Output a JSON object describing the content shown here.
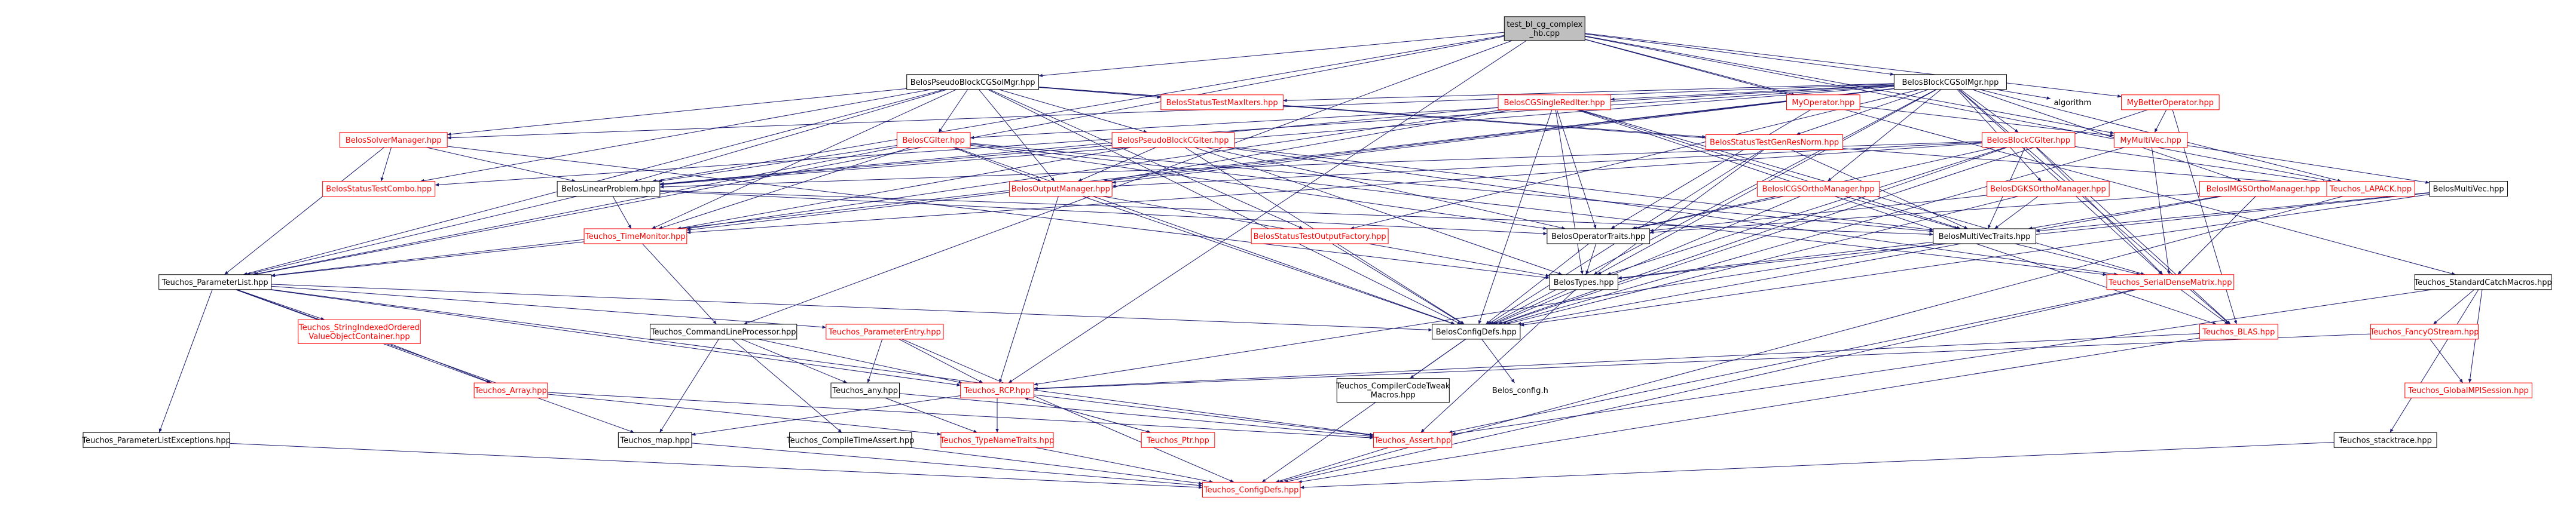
{
  "colors": {
    "edge": "#191970",
    "node_border_red": "#ff0000",
    "node_border_black": "#000000",
    "node_fill": "#ffffff",
    "root_fill": "#bfbfbf",
    "text_black": "#000000",
    "text_red": "#ff0000"
  },
  "graph": {
    "nodes": [
      {
        "id": "root",
        "lines": [
          "test_bl_cg_complex",
          "_hb.cpp"
        ],
        "style": "root"
      },
      {
        "id": "pseudoMgr",
        "lines": [
          "BelosPseudoBlockCGSolMgr.hpp"
        ],
        "style": "black"
      },
      {
        "id": "blockMgr",
        "lines": [
          "BelosBlockCGSolMgr.hpp"
        ],
        "style": "black"
      },
      {
        "id": "myBetterOp",
        "lines": [
          "MyBetterOperator.hpp"
        ],
        "style": "red"
      },
      {
        "id": "myOp",
        "lines": [
          "MyOperator.hpp"
        ],
        "style": "red"
      },
      {
        "id": "myMultiVec",
        "lines": [
          "MyMultiVec.hpp"
        ],
        "style": "red"
      },
      {
        "id": "stdCatch",
        "lines": [
          "Teuchos_StandardCatchMacros.hpp"
        ],
        "style": "black"
      },
      {
        "id": "lapack",
        "lines": [
          "Teuchos_LAPACK.hpp"
        ],
        "style": "red"
      },
      {
        "id": "stMaxIters",
        "lines": [
          "BelosStatusTestMaxIters.hpp"
        ],
        "style": "red"
      },
      {
        "id": "algorithm",
        "lines": [
          "algorithm"
        ],
        "style": "none"
      },
      {
        "id": "cgSingleRed",
        "lines": [
          "BelosCGSingleRedIter.hpp"
        ],
        "style": "red"
      },
      {
        "id": "solveMgr",
        "lines": [
          "BelosSolverManager.hpp"
        ],
        "style": "red"
      },
      {
        "id": "cgIter",
        "lines": [
          "BelosCGIter.hpp"
        ],
        "style": "red"
      },
      {
        "id": "pseudoCGIter",
        "lines": [
          "BelosPseudoBlockCGIter.hpp"
        ],
        "style": "red"
      },
      {
        "id": "stGenResNorm",
        "lines": [
          "BelosStatusTestGenResNorm.hpp"
        ],
        "style": "red"
      },
      {
        "id": "blockCGIter",
        "lines": [
          "BelosBlockCGIter.hpp"
        ],
        "style": "red"
      },
      {
        "id": "stCombo",
        "lines": [
          "BelosStatusTestCombo.hpp"
        ],
        "style": "red"
      },
      {
        "id": "linProb",
        "lines": [
          "BelosLinearProblem.hpp"
        ],
        "style": "black"
      },
      {
        "id": "outMgr",
        "lines": [
          "BelosOutputManager.hpp"
        ],
        "style": "red"
      },
      {
        "id": "icgs",
        "lines": [
          "BelosICGSOrthoManager.hpp"
        ],
        "style": "red"
      },
      {
        "id": "dgks",
        "lines": [
          "BelosDGKSOrthoManager.hpp"
        ],
        "style": "red"
      },
      {
        "id": "imgs",
        "lines": [
          "BelosIMGSOrthoManager.hpp"
        ],
        "style": "red"
      },
      {
        "id": "belosMultiVec",
        "lines": [
          "BelosMultiVec.hpp"
        ],
        "style": "black"
      },
      {
        "id": "timeMon",
        "lines": [
          "Teuchos_TimeMonitor.hpp"
        ],
        "style": "red"
      },
      {
        "id": "stOutFactory",
        "lines": [
          "BelosStatusTestOutputFactory.hpp"
        ],
        "style": "red"
      },
      {
        "id": "opTraits",
        "lines": [
          "BelosOperatorTraits.hpp"
        ],
        "style": "black"
      },
      {
        "id": "mvTraits",
        "lines": [
          "BelosMultiVecTraits.hpp"
        ],
        "style": "black"
      },
      {
        "id": "paramList",
        "lines": [
          "Teuchos_ParameterList.hpp"
        ],
        "style": "black"
      },
      {
        "id": "belosTypes",
        "lines": [
          "BelosTypes.hpp"
        ],
        "style": "black"
      },
      {
        "id": "serialDense",
        "lines": [
          "Teuchos_SerialDenseMatrix.hpp"
        ],
        "style": "red"
      },
      {
        "id": "stringIndexed",
        "lines": [
          "Teuchos_StringIndexedOrdered",
          "ValueObjectContainer.hpp"
        ],
        "style": "red"
      },
      {
        "id": "cmdLine",
        "lines": [
          "Teuchos_CommandLineProcessor.hpp"
        ],
        "style": "black"
      },
      {
        "id": "paramEntry",
        "lines": [
          "Teuchos_ParameterEntry.hpp"
        ],
        "style": "red"
      },
      {
        "id": "belosConfig",
        "lines": [
          "BelosConfigDefs.hpp"
        ],
        "style": "black"
      },
      {
        "id": "blas",
        "lines": [
          "Teuchos_BLAS.hpp"
        ],
        "style": "red"
      },
      {
        "id": "fancyOS",
        "lines": [
          "Teuchos_FancyOStream.hpp"
        ],
        "style": "red"
      },
      {
        "id": "globalMPI",
        "lines": [
          "Teuchos_GlobalMPISession.hpp"
        ],
        "style": "red"
      },
      {
        "id": "array",
        "lines": [
          "Teuchos_Array.hpp"
        ],
        "style": "red"
      },
      {
        "id": "any",
        "lines": [
          "Teuchos_any.hpp"
        ],
        "style": "black"
      },
      {
        "id": "rcp",
        "lines": [
          "Teuchos_RCP.hpp"
        ],
        "style": "red"
      },
      {
        "id": "compilerTweak",
        "lines": [
          "Teuchos_CompilerCodeTweak",
          "Macros.hpp"
        ],
        "style": "black"
      },
      {
        "id": "belosConfigH",
        "lines": [
          "Belos_config.h"
        ],
        "style": "none"
      },
      {
        "id": "plExceptions",
        "lines": [
          "Teuchos_ParameterListExceptions.hpp"
        ],
        "style": "black"
      },
      {
        "id": "map",
        "lines": [
          "Teuchos_map.hpp"
        ],
        "style": "black"
      },
      {
        "id": "compileTimeAssert",
        "lines": [
          "Teuchos_CompileTimeAssert.hpp"
        ],
        "style": "black"
      },
      {
        "id": "typeNameTraits",
        "lines": [
          "Teuchos_TypeNameTraits.hpp"
        ],
        "style": "red"
      },
      {
        "id": "ptr",
        "lines": [
          "Teuchos_Ptr.hpp"
        ],
        "style": "red"
      },
      {
        "id": "assert",
        "lines": [
          "Teuchos_Assert.hpp"
        ],
        "style": "red"
      },
      {
        "id": "stacktrace",
        "lines": [
          "Teuchos_stacktrace.hpp"
        ],
        "style": "black"
      },
      {
        "id": "configDefs",
        "lines": [
          "Teuchos_ConfigDefs.hpp"
        ],
        "style": "red"
      }
    ],
    "edges": [
      [
        "root",
        "pseudoMgr"
      ],
      [
        "root",
        "blockMgr"
      ],
      [
        "root",
        "myBetterOp"
      ],
      [
        "root",
        "myOp"
      ],
      [
        "root",
        "myMultiVec"
      ],
      [
        "root",
        "stdCatch"
      ],
      [
        "root",
        "lapack"
      ],
      [
        "root",
        "paramList"
      ],
      [
        "root",
        "cmdLine"
      ],
      [
        "root",
        "linProb"
      ],
      [
        "root",
        "rcp"
      ],
      [
        "pseudoMgr",
        "stMaxIters"
      ],
      [
        "pseudoMgr",
        "cgIter"
      ],
      [
        "pseudoMgr",
        "pseudoCGIter"
      ],
      [
        "pseudoMgr",
        "solveMgr"
      ],
      [
        "pseudoMgr",
        "stGenResNorm"
      ],
      [
        "pseudoMgr",
        "stCombo"
      ],
      [
        "pseudoMgr",
        "linProb"
      ],
      [
        "pseudoMgr",
        "outMgr"
      ],
      [
        "pseudoMgr",
        "timeMon"
      ],
      [
        "pseudoMgr",
        "stOutFactory"
      ],
      [
        "pseudoMgr",
        "paramList"
      ],
      [
        "pseudoMgr",
        "belosConfig"
      ],
      [
        "pseudoMgr",
        "lapack"
      ],
      [
        "blockMgr",
        "cgSingleRed"
      ],
      [
        "blockMgr",
        "cgIter"
      ],
      [
        "blockMgr",
        "blockCGIter"
      ],
      [
        "blockMgr",
        "stMaxIters"
      ],
      [
        "blockMgr",
        "algorithm"
      ],
      [
        "blockMgr",
        "solveMgr"
      ],
      [
        "blockMgr",
        "stGenResNorm"
      ],
      [
        "blockMgr",
        "stCombo"
      ],
      [
        "blockMgr",
        "linProb"
      ],
      [
        "blockMgr",
        "outMgr"
      ],
      [
        "blockMgr",
        "icgs"
      ],
      [
        "blockMgr",
        "dgks"
      ],
      [
        "blockMgr",
        "imgs"
      ],
      [
        "blockMgr",
        "timeMon"
      ],
      [
        "blockMgr",
        "stOutFactory"
      ],
      [
        "blockMgr",
        "lapack"
      ],
      [
        "blockMgr",
        "paramList"
      ],
      [
        "blockMgr",
        "belosConfig"
      ],
      [
        "blockMgr",
        "blas"
      ],
      [
        "blockMgr",
        "belosTypes"
      ],
      [
        "blockMgr",
        "serialDense"
      ],
      [
        "myBetterOp",
        "myMultiVec"
      ],
      [
        "myBetterOp",
        "blas"
      ],
      [
        "myBetterOp",
        "belosConfig"
      ],
      [
        "myOp",
        "myMultiVec"
      ],
      [
        "myOp",
        "opTraits"
      ],
      [
        "myMultiVec",
        "belosMultiVec"
      ],
      [
        "myMultiVec",
        "serialDense"
      ],
      [
        "myMultiVec",
        "belosConfig"
      ],
      [
        "stdCatch",
        "fancyOS"
      ],
      [
        "stdCatch",
        "globalMPI"
      ],
      [
        "stdCatch",
        "assert"
      ],
      [
        "stdCatch",
        "stacktrace"
      ],
      [
        "lapack",
        "configDefs"
      ],
      [
        "cgSingleRed",
        "linProb"
      ],
      [
        "cgSingleRed",
        "outMgr"
      ],
      [
        "cgSingleRed",
        "opTraits"
      ],
      [
        "cgSingleRed",
        "mvTraits"
      ],
      [
        "cgSingleRed",
        "belosTypes"
      ],
      [
        "cgSingleRed",
        "serialDense"
      ],
      [
        "cgSingleRed",
        "belosConfig"
      ],
      [
        "cgSingleRed",
        "timeMon"
      ],
      [
        "cgSingleRed",
        "blas"
      ],
      [
        "solveMgr",
        "linProb"
      ],
      [
        "solveMgr",
        "stCombo"
      ],
      [
        "solveMgr",
        "paramList"
      ],
      [
        "solveMgr",
        "belosTypes"
      ],
      [
        "cgIter",
        "linProb"
      ],
      [
        "cgIter",
        "outMgr"
      ],
      [
        "cgIter",
        "opTraits"
      ],
      [
        "cgIter",
        "mvTraits"
      ],
      [
        "cgIter",
        "timeMon"
      ],
      [
        "cgIter",
        "belosConfig"
      ],
      [
        "cgIter",
        "paramList"
      ],
      [
        "cgIter",
        "serialDense"
      ],
      [
        "pseudoCGIter",
        "linProb"
      ],
      [
        "pseudoCGIter",
        "outMgr"
      ],
      [
        "pseudoCGIter",
        "opTraits"
      ],
      [
        "pseudoCGIter",
        "mvTraits"
      ],
      [
        "pseudoCGIter",
        "belosConfig"
      ],
      [
        "pseudoCGIter",
        "timeMon"
      ],
      [
        "pseudoCGIter",
        "serialDense"
      ],
      [
        "pseudoCGIter",
        "belosTypes"
      ],
      [
        "stGenResNorm",
        "mvTraits"
      ],
      [
        "stGenResNorm",
        "belosConfig"
      ],
      [
        "stGenResNorm",
        "belosTypes"
      ],
      [
        "blockCGIter",
        "linProb"
      ],
      [
        "blockCGIter",
        "outMgr"
      ],
      [
        "blockCGIter",
        "opTraits"
      ],
      [
        "blockCGIter",
        "mvTraits"
      ],
      [
        "blockCGIter",
        "serialDense"
      ],
      [
        "blockCGIter",
        "lapack"
      ],
      [
        "blockCGIter",
        "belosConfig"
      ],
      [
        "blockCGIter",
        "belosTypes"
      ],
      [
        "blockCGIter",
        "timeMon"
      ],
      [
        "blockCGIter",
        "blas"
      ],
      [
        "linProb",
        "opTraits"
      ],
      [
        "linProb",
        "mvTraits"
      ],
      [
        "linProb",
        "timeMon"
      ],
      [
        "linProb",
        "paramList"
      ],
      [
        "outMgr",
        "belosConfig"
      ],
      [
        "outMgr",
        "belosTypes"
      ],
      [
        "outMgr",
        "rcp"
      ],
      [
        "icgs",
        "opTraits"
      ],
      [
        "icgs",
        "mvTraits"
      ],
      [
        "icgs",
        "belosConfig"
      ],
      [
        "dgks",
        "opTraits"
      ],
      [
        "dgks",
        "mvTraits"
      ],
      [
        "dgks",
        "belosConfig"
      ],
      [
        "imgs",
        "opTraits"
      ],
      [
        "imgs",
        "mvTraits"
      ],
      [
        "imgs",
        "serialDense"
      ],
      [
        "imgs",
        "belosConfig"
      ],
      [
        "belosMultiVec",
        "mvTraits"
      ],
      [
        "belosMultiVec",
        "belosTypes"
      ],
      [
        "belosMultiVec",
        "belosConfig"
      ],
      [
        "timeMon",
        "paramList"
      ],
      [
        "timeMon",
        "cmdLine"
      ],
      [
        "stOutFactory",
        "belosConfig"
      ],
      [
        "opTraits",
        "belosTypes"
      ],
      [
        "opTraits",
        "belosConfig"
      ],
      [
        "mvTraits",
        "belosTypes"
      ],
      [
        "mvTraits",
        "serialDense"
      ],
      [
        "mvTraits",
        "rcp"
      ],
      [
        "paramList",
        "stringIndexed"
      ],
      [
        "paramList",
        "paramEntry"
      ],
      [
        "paramList",
        "plExceptions"
      ],
      [
        "paramList",
        "map"
      ],
      [
        "paramList",
        "belosConfig"
      ],
      [
        "paramList",
        "array"
      ],
      [
        "paramList",
        "rcp"
      ],
      [
        "paramList",
        "assert"
      ],
      [
        "belosTypes",
        "belosConfig"
      ],
      [
        "belosTypes",
        "assert"
      ],
      [
        "serialDense",
        "blas"
      ],
      [
        "serialDense",
        "assert"
      ],
      [
        "serialDense",
        "configDefs"
      ],
      [
        "stringIndexed",
        "array"
      ],
      [
        "cmdLine",
        "map"
      ],
      [
        "cmdLine",
        "any"
      ],
      [
        "cmdLine",
        "compileTimeAssert"
      ],
      [
        "cmdLine",
        "rcp"
      ],
      [
        "paramEntry",
        "any"
      ],
      [
        "paramEntry",
        "rcp"
      ],
      [
        "paramEntry",
        "configDefs"
      ],
      [
        "belosConfig",
        "compilerTweak"
      ],
      [
        "belosConfig",
        "belosConfigH"
      ],
      [
        "belosConfig",
        "configDefs"
      ],
      [
        "blas",
        "rcp"
      ],
      [
        "blas",
        "configDefs"
      ],
      [
        "fancyOS",
        "globalMPI"
      ],
      [
        "fancyOS",
        "rcp"
      ],
      [
        "array",
        "assert"
      ],
      [
        "array",
        "typeNameTraits"
      ],
      [
        "any",
        "assert"
      ],
      [
        "any",
        "typeNameTraits"
      ],
      [
        "rcp",
        "ptr"
      ],
      [
        "rcp",
        "assert"
      ],
      [
        "rcp",
        "typeNameTraits"
      ],
      [
        "rcp",
        "map"
      ],
      [
        "ptr",
        "rcp"
      ],
      [
        "map",
        "configDefs"
      ],
      [
        "compileTimeAssert",
        "configDefs"
      ],
      [
        "typeNameTraits",
        "configDefs"
      ],
      [
        "assert",
        "configDefs"
      ],
      [
        "plExceptions",
        "configDefs"
      ],
      [
        "stacktrace",
        "configDefs"
      ]
    ]
  }
}
